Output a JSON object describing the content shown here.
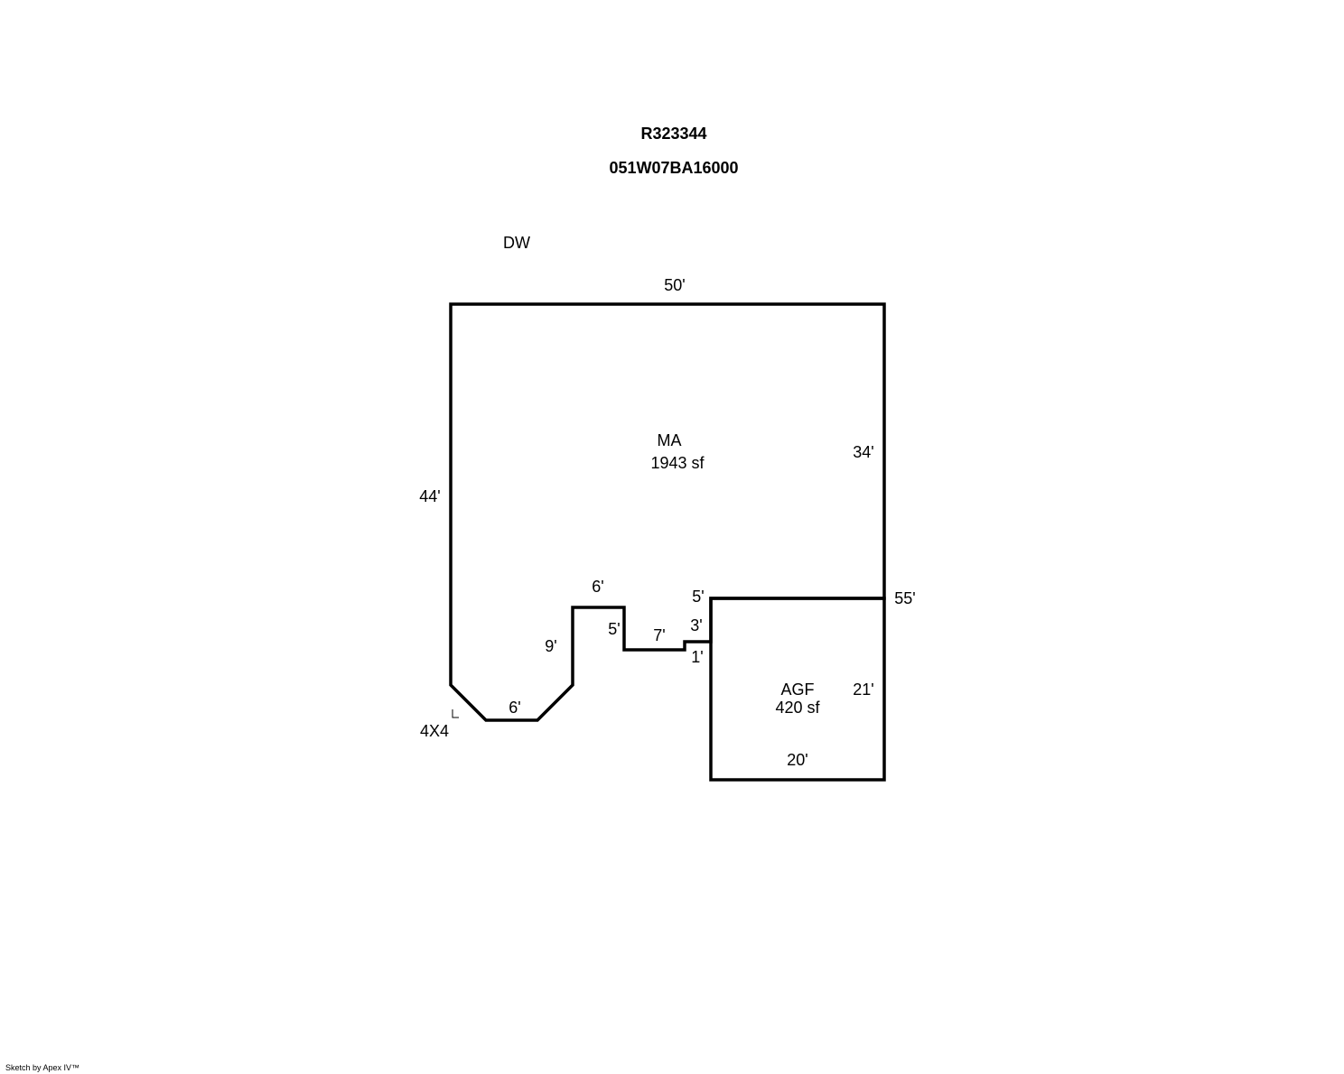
{
  "header": {
    "account": "R323344",
    "map_tax_lot": "051W07BA16000"
  },
  "labels": {
    "dw": "DW",
    "fixture": "4X4"
  },
  "areas": [
    {
      "code": "MA",
      "area": "1943 sf"
    },
    {
      "code": "AGF",
      "area": "420 sf"
    }
  ],
  "dimensions": {
    "ma_top": "50'",
    "ma_right": "34'",
    "ma_left": "44'",
    "total_right": "55'",
    "bay_top": "6'",
    "bay_bottom": "6'",
    "bay_side": "9'",
    "step_down": "5'",
    "step_run": "7'",
    "notch_top": "5'",
    "notch_mid": "3'",
    "notch_small": "1'",
    "agf_right": "21'",
    "agf_bottom": "20'"
  },
  "footer": "Sketch by Apex IV™"
}
